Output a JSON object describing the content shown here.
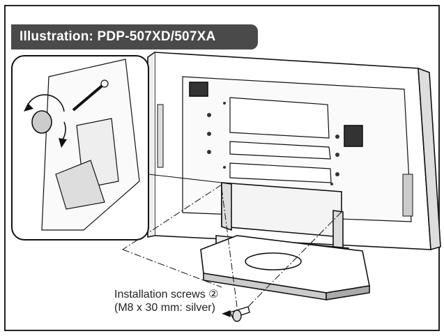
{
  "figure": {
    "title": "Illustration: PDP-507XD/507XA",
    "caption_line1": "Installation screws ②",
    "caption_line2": "(M8 x 30 mm: silver)"
  }
}
